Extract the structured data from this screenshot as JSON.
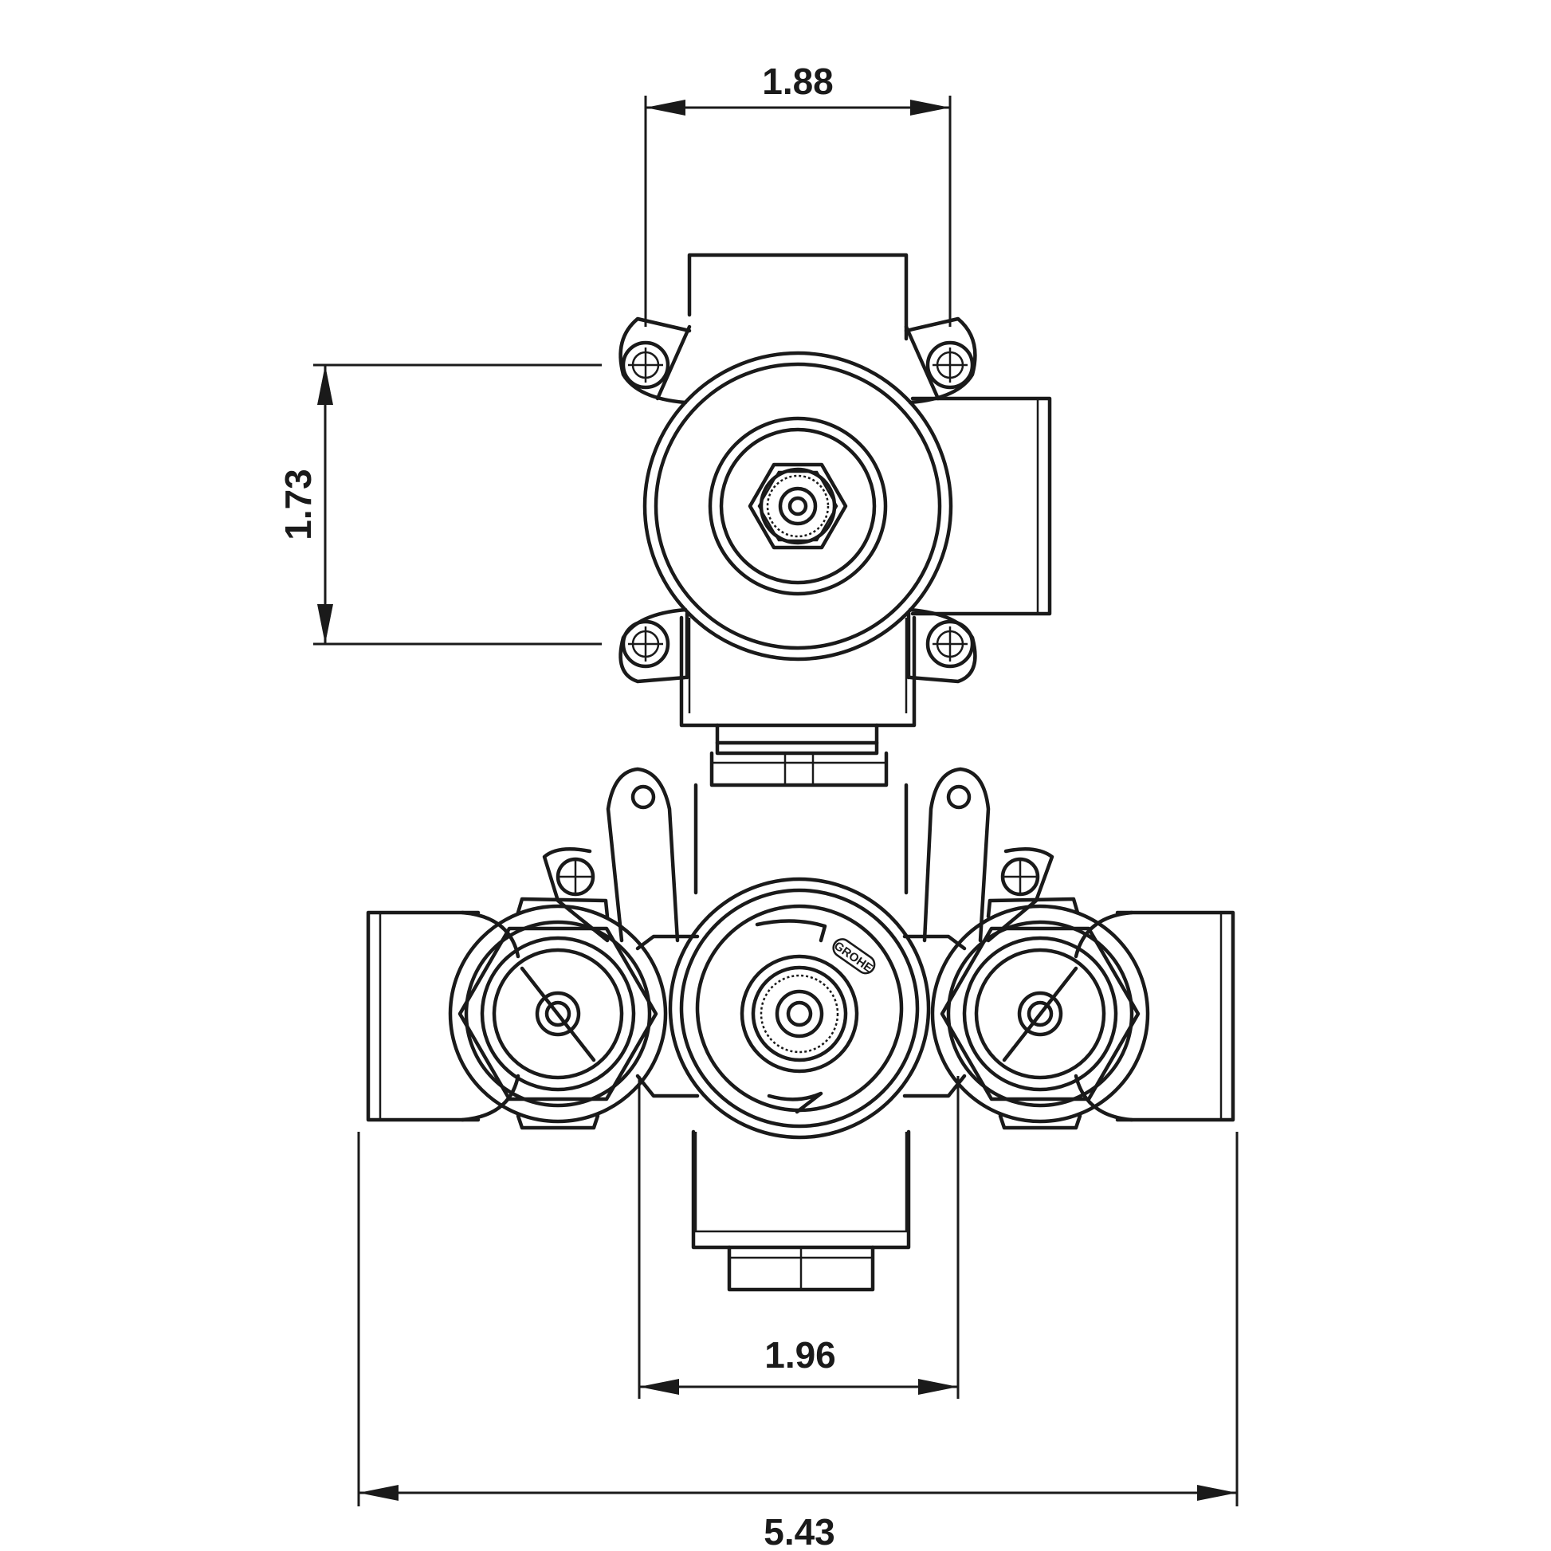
{
  "dimensions": {
    "top_width": "1.88",
    "top_height": "1.73",
    "center_spacing": "1.96",
    "overall_width": "5.43"
  },
  "logo": {
    "text": "GROHE"
  },
  "colors": {
    "line": "#1a1a1a",
    "background": "#ffffff"
  }
}
